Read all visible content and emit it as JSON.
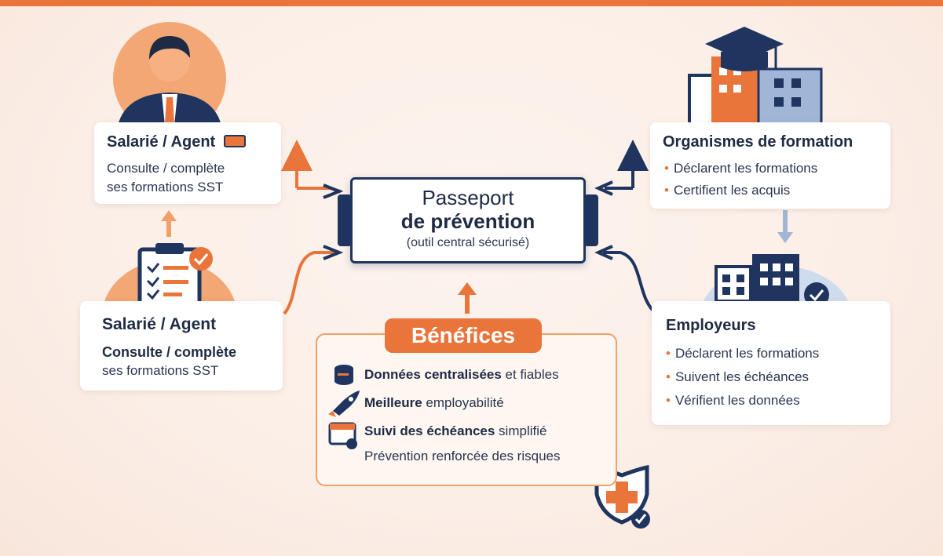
{
  "central": {
    "line1": "Passeport",
    "line2": "de prévention",
    "line3": "(outil central sécurisé)"
  },
  "salarie_top": {
    "title": "Salarié / Agent",
    "line1": "Consulte / complète",
    "line2": "ses formations SST"
  },
  "salarie_bottom": {
    "title": "Salarié / Agent",
    "line1": "Consulte / complète",
    "line2": "ses formations SST"
  },
  "organismes": {
    "title": "Organismes de formation",
    "bullets": [
      "Déclarent les formations",
      "Certifient les acquis"
    ]
  },
  "employeurs": {
    "title": "Employeurs",
    "bullets": [
      "Déclarent les formations",
      "Suivent les échéances",
      "Vérifient les données"
    ]
  },
  "benefices": {
    "title": "Bénéfices",
    "items": [
      {
        "bold": "Données centralisées",
        "rest": " et fiables",
        "icon": "database-icon"
      },
      {
        "bold": "Meilleure",
        "rest": " employabilité",
        "icon": "rocket-icon"
      },
      {
        "bold": "Suivi des échéances",
        "rest": " simplifié",
        "icon": "calendar-icon"
      },
      {
        "bold": "",
        "rest": "Prévention renforcée des risques",
        "icon": ""
      }
    ]
  },
  "colors": {
    "accent_orange": "#e9753a",
    "navy": "#1f3560",
    "background": "#fbeee6"
  }
}
